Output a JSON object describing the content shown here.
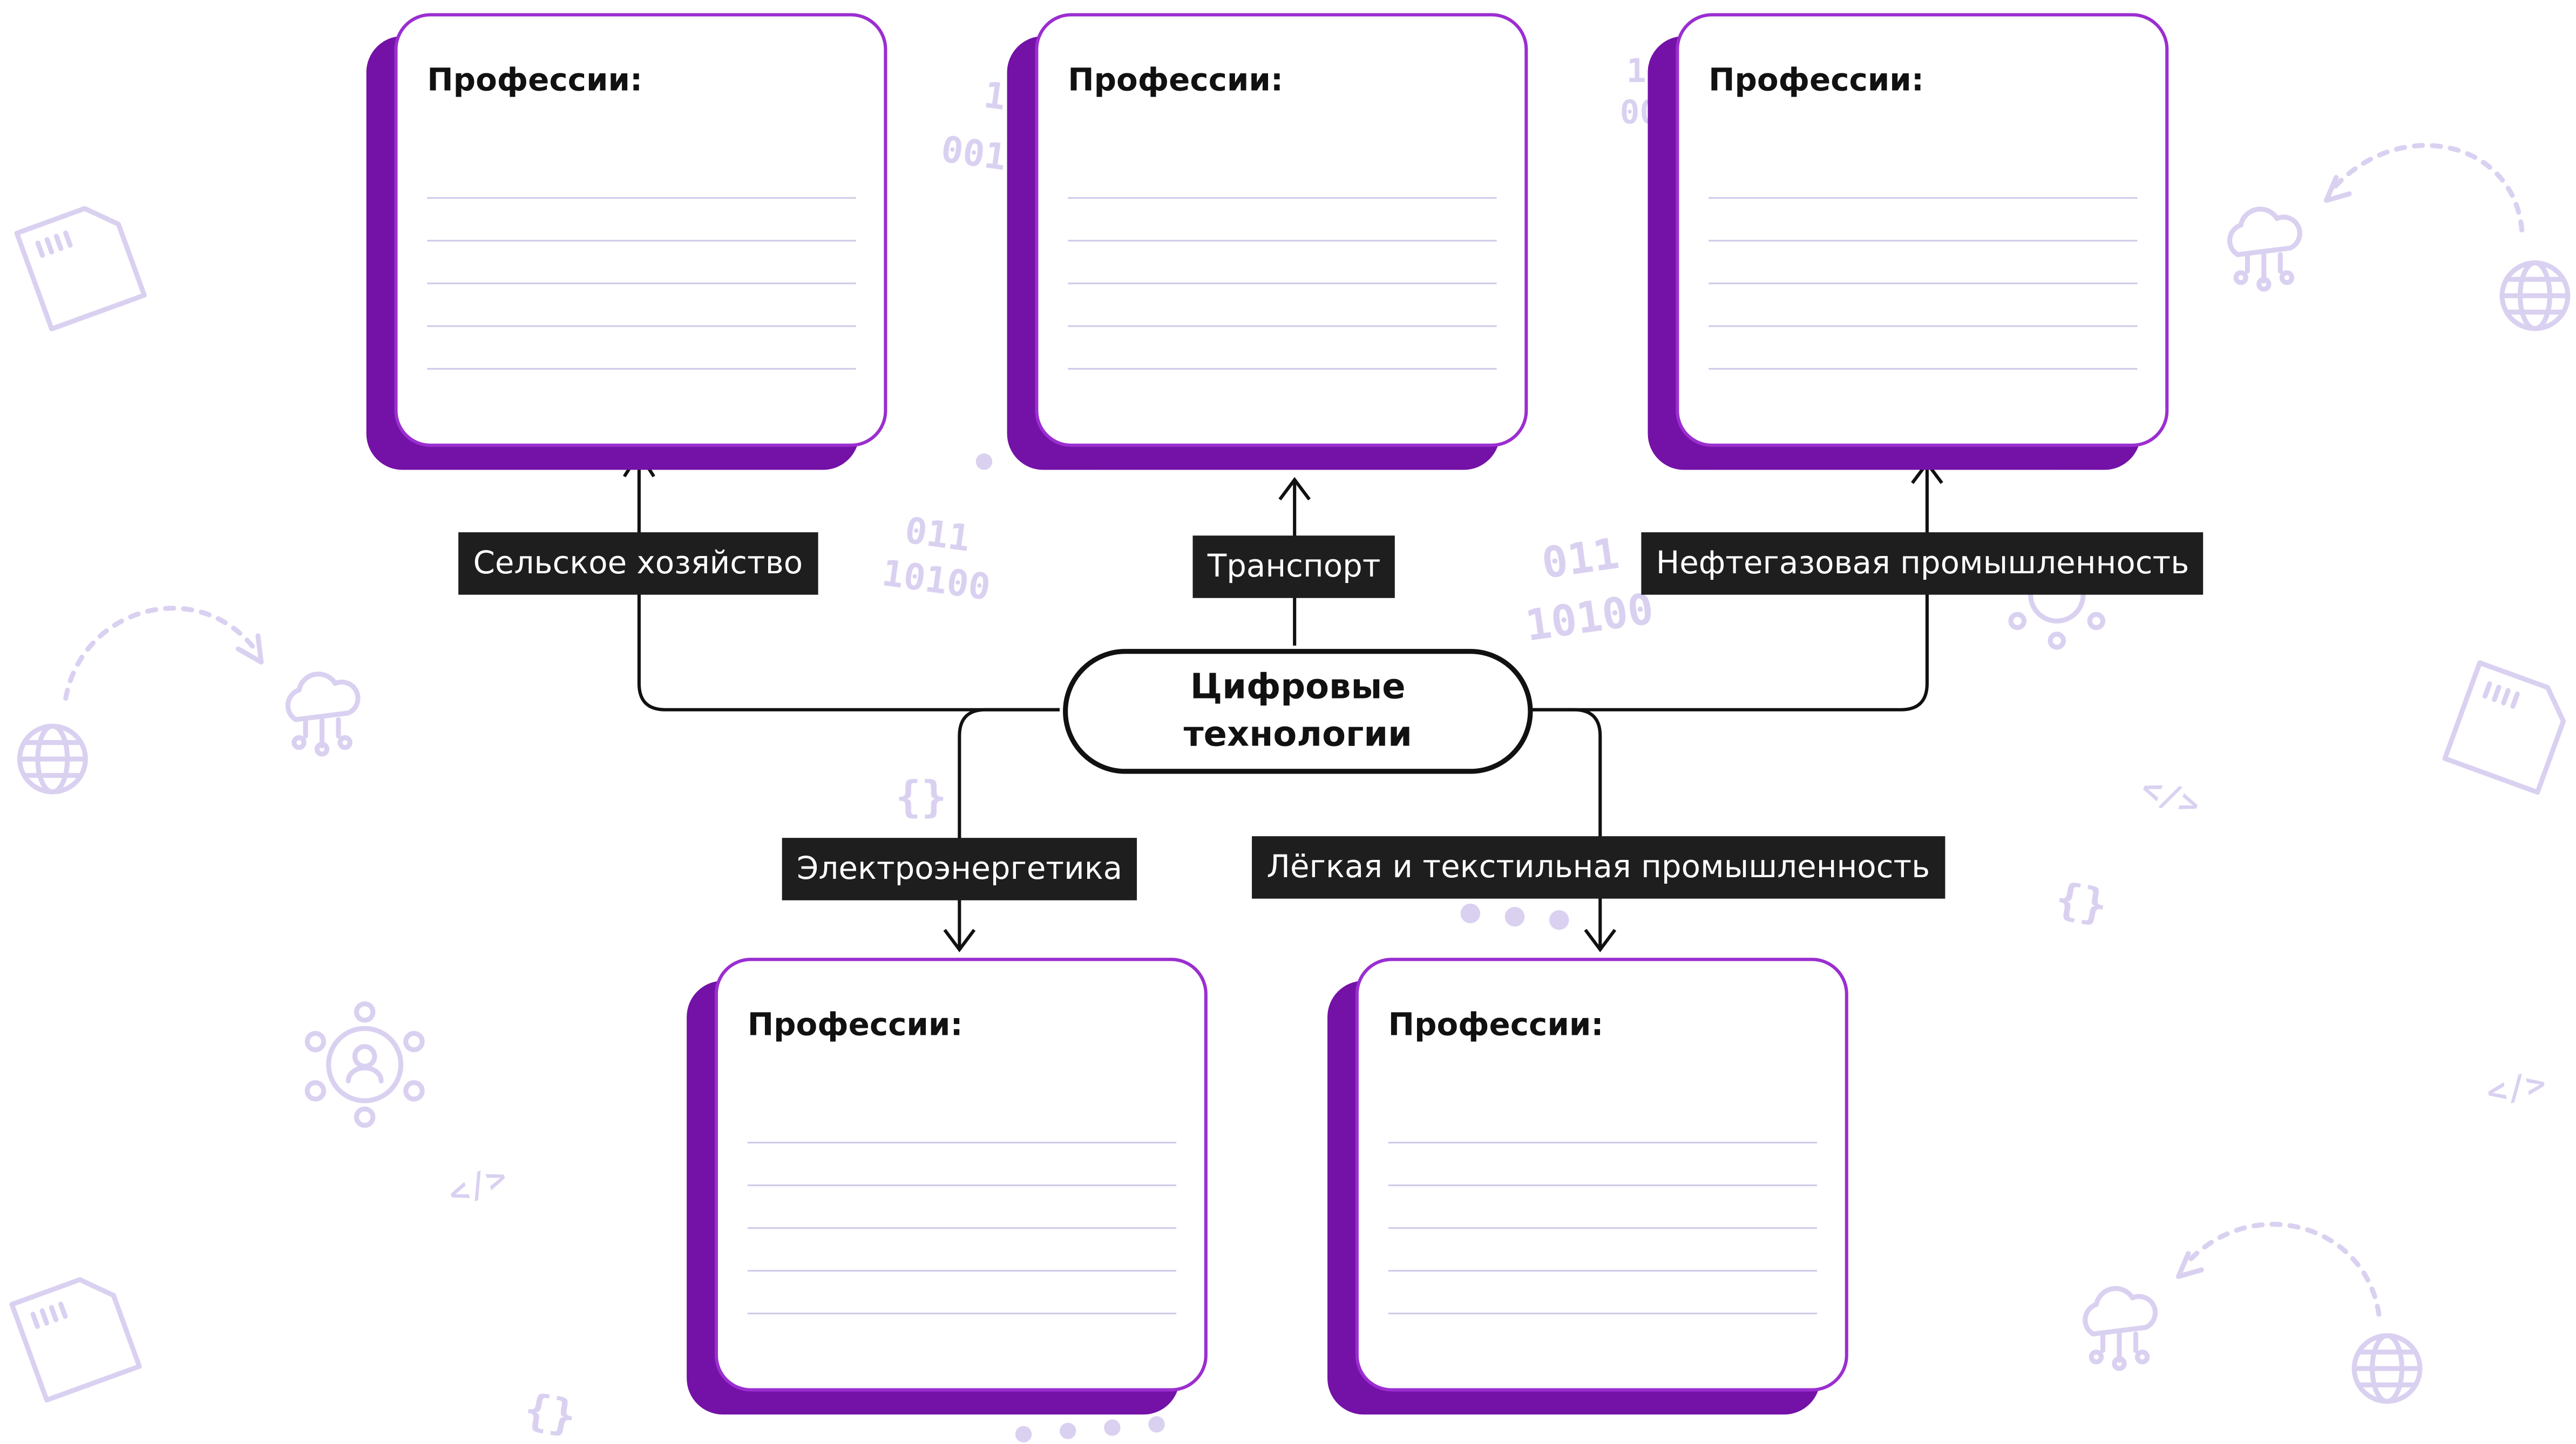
{
  "center": {
    "label": "Цифровые технологии"
  },
  "branches": [
    {
      "label": "Сельское хозяйство",
      "card_title": "Профессии:"
    },
    {
      "label": "Транспорт",
      "card_title": "Профессии:"
    },
    {
      "label": "Нефтегазовая промышленность",
      "card_title": "Профессии:"
    },
    {
      "label": "Электроэнергетика",
      "card_title": "Профессии:"
    },
    {
      "label": "Лёгкая и текстильная промышленность",
      "card_title": "Профессии:"
    }
  ],
  "decorations": {
    "binary_top": "011",
    "binary_bottom": "10100",
    "code_brackets": "{ }",
    "code_tag": "</>",
    "icons": [
      "sd-card-icon",
      "cloud-network-icon",
      "globe-icon",
      "dashed-arrow-icon",
      "network-hub-icon",
      "dot-row-icon"
    ]
  },
  "colors": {
    "card_border": "#9b2ed0",
    "card_shadow": "#7411a6",
    "label_bg": "#1e1e1e",
    "decoration": "#dad1f1"
  }
}
